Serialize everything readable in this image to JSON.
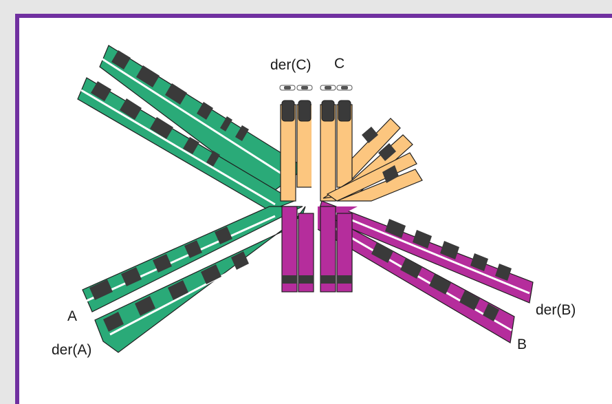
{
  "labels": {
    "der_c": "der(C)",
    "c": "C",
    "a": "A",
    "der_a": "der(A)",
    "der_b": "der(B)",
    "b": "B"
  },
  "colors": {
    "frame": "#7030a0",
    "chromosome_a": "#2aaa78",
    "chromosome_b": "#b52d9c",
    "chromosome_c": "#fcc67f",
    "band_dark": "#3a3a3a",
    "outline": "#1e1e1e"
  },
  "chromosomes": [
    {
      "name": "A",
      "color": "green"
    },
    {
      "name": "der(A)",
      "color": "green"
    },
    {
      "name": "B",
      "color": "magenta"
    },
    {
      "name": "der(B)",
      "color": "magenta"
    },
    {
      "name": "C",
      "color": "orange"
    },
    {
      "name": "der(C)",
      "color": "orange"
    }
  ]
}
